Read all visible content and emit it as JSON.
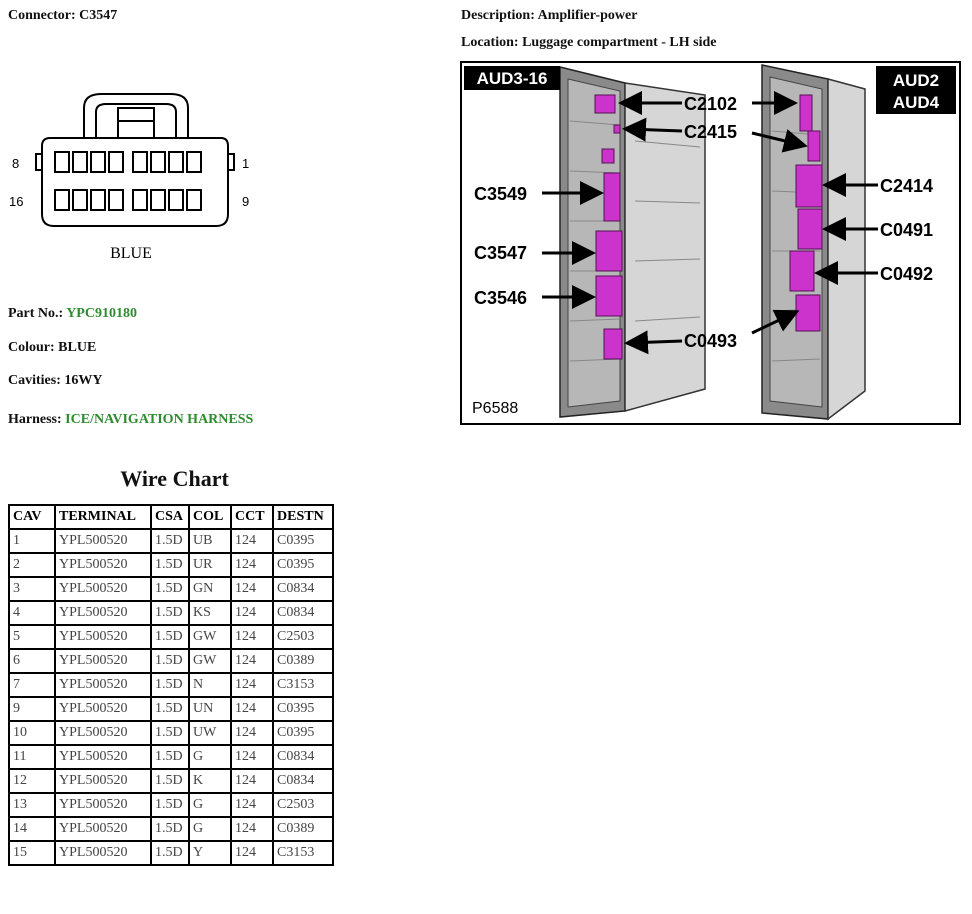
{
  "connector": {
    "label": "Connector:",
    "value": "C3547"
  },
  "description": {
    "label": "Description:",
    "value": "Amplifier-power"
  },
  "location": {
    "label": "Location:",
    "value": "Luggage compartment - LH side"
  },
  "connector_diagram": {
    "pin_8": "8",
    "pin_1": "1",
    "pin_16": "16",
    "pin_9": "9",
    "color_label": "BLUE"
  },
  "part_no": {
    "label": "Part No.:",
    "value": "YPC910180"
  },
  "colour": {
    "label": "Colour:",
    "value": "BLUE"
  },
  "cavities": {
    "label": "Cavities:",
    "value": "16WY"
  },
  "harness": {
    "label": "Harness:",
    "value": "ICE/NAVIGATION HARNESS"
  },
  "location_image": {
    "left_title": "AUD3-16",
    "right_title_line1": "AUD2",
    "right_title_line2": "AUD4",
    "callouts": [
      "C2102",
      "C2415",
      "C3549",
      "C3547",
      "C3546",
      "C0493",
      "C2414",
      "C0491",
      "C0492"
    ],
    "ref": "P6588",
    "connector_color": "#cc33cc"
  },
  "wire_chart": {
    "title": "Wire Chart",
    "headers": [
      "CAV",
      "TERMINAL",
      "CSA",
      "COL",
      "CCT",
      "DESTN"
    ],
    "rows": [
      [
        "1",
        "YPL500520",
        "1.5D",
        "UB",
        "124",
        "C0395"
      ],
      [
        "2",
        "YPL500520",
        "1.5D",
        "UR",
        "124",
        "C0395"
      ],
      [
        "3",
        "YPL500520",
        "1.5D",
        "GN",
        "124",
        "C0834"
      ],
      [
        "4",
        "YPL500520",
        "1.5D",
        "KS",
        "124",
        "C0834"
      ],
      [
        "5",
        "YPL500520",
        "1.5D",
        "GW",
        "124",
        "C2503"
      ],
      [
        "6",
        "YPL500520",
        "1.5D",
        "GW",
        "124",
        "C0389"
      ],
      [
        "7",
        "YPL500520",
        "1.5D",
        "N",
        "124",
        "C3153"
      ],
      [
        "9",
        "YPL500520",
        "1.5D",
        "UN",
        "124",
        "C0395"
      ],
      [
        "10",
        "YPL500520",
        "1.5D",
        "UW",
        "124",
        "C0395"
      ],
      [
        "11",
        "YPL500520",
        "1.5D",
        "G",
        "124",
        "C0834"
      ],
      [
        "12",
        "YPL500520",
        "1.5D",
        "K",
        "124",
        "C0834"
      ],
      [
        "13",
        "YPL500520",
        "1.5D",
        "G",
        "124",
        "C2503"
      ],
      [
        "14",
        "YPL500520",
        "1.5D",
        "G",
        "124",
        "C0389"
      ],
      [
        "15",
        "YPL500520",
        "1.5D",
        "Y",
        "124",
        "C3153"
      ]
    ]
  }
}
